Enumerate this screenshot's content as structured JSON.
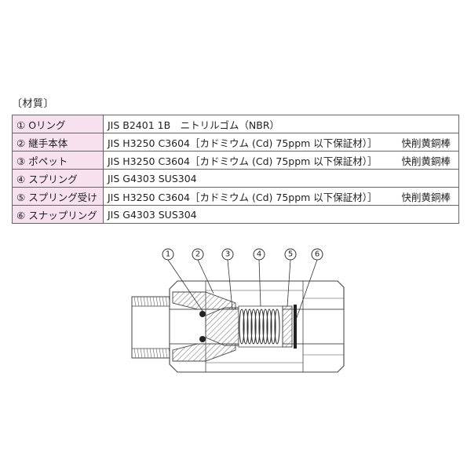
{
  "section_title": "〔材質〕",
  "materials": [
    {
      "num": "①",
      "name": "Oリング",
      "spec": "JIS B2401 1B　ニトリルゴム（NBR）",
      "note": ""
    },
    {
      "num": "②",
      "name": "継手本体",
      "spec": "JIS H3250 C3604［カドミウム (Cd) 75ppm 以下保証材）］",
      "note": "快削黄銅棒"
    },
    {
      "num": "③",
      "name": "ポペット",
      "spec": "JIS H3250 C3604［カドミウム (Cd) 75ppm 以下保証材）］",
      "note": "快削黄銅棒"
    },
    {
      "num": "④",
      "name": "スプリング",
      "spec": "JIS G4303 SUS304",
      "note": ""
    },
    {
      "num": "⑤",
      "name": "スプリング受け",
      "spec": "JIS H3250 C3604［カドミウム (Cd) 75ppm 以下保証材）］",
      "note": "快削黄銅棒"
    },
    {
      "num": "⑥",
      "name": "スナップリング",
      "spec": "JIS G4303 SUS304",
      "note": ""
    }
  ],
  "diagram_callouts": [
    "1",
    "2",
    "3",
    "4",
    "5",
    "6"
  ],
  "colors": {
    "part_cell_bg": "#f7e1ee",
    "line": "#444444",
    "hatch": "#555555"
  }
}
